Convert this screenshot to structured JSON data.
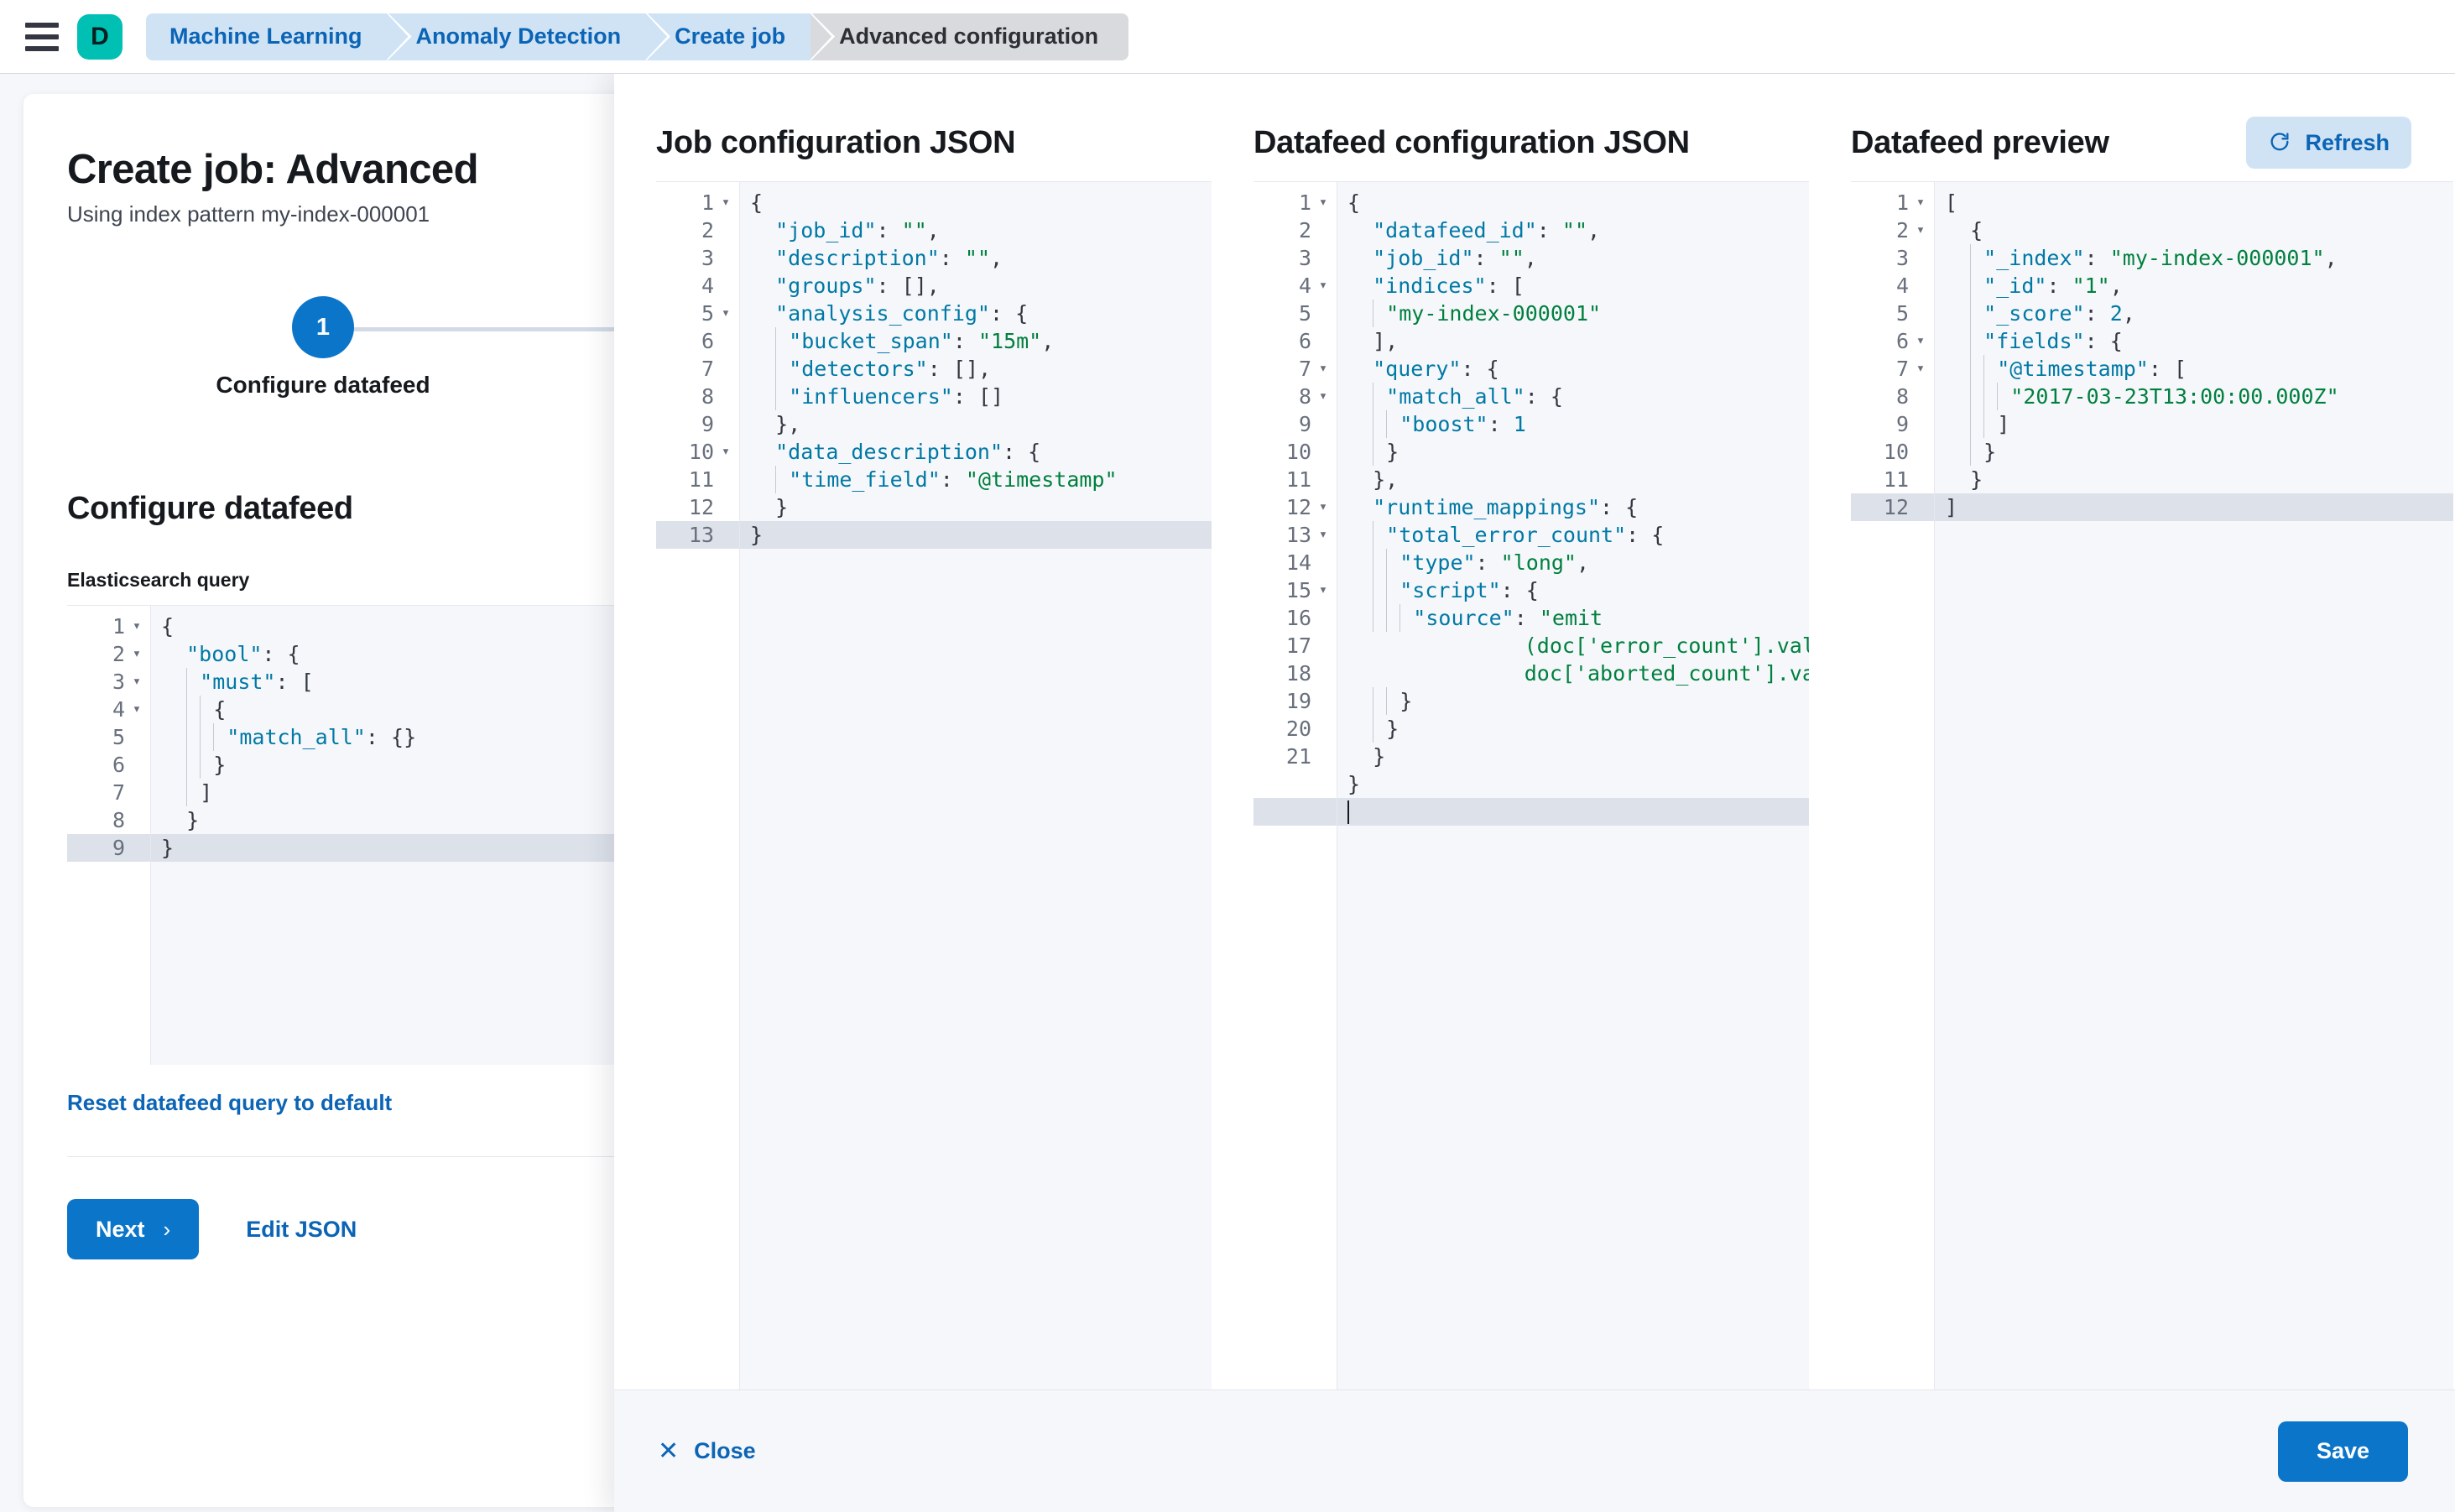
{
  "chrome": {
    "menu_icon": "hamburger-menu-icon",
    "logo_letter": "D",
    "breadcrumbs": [
      {
        "label": "Machine Learning",
        "active": false
      },
      {
        "label": "Anomaly Detection",
        "active": false
      },
      {
        "label": "Create job",
        "active": false
      },
      {
        "label": "Advanced configuration",
        "active": true
      }
    ]
  },
  "left_panel": {
    "title": "Create job: Advanced",
    "subtitle": "Using index pattern my-index-000001",
    "step": {
      "number": "1",
      "label": "Configure datafeed"
    },
    "section_title": "Configure datafeed",
    "query_field_label": "Elasticsearch query",
    "reset_link": "Reset datafeed query to default",
    "next_button": "Next",
    "next_chevron": "›",
    "edit_json_button": "Edit JSON",
    "query_editor": {
      "active_line": 9,
      "lines": [
        {
          "n": 1,
          "fold": true,
          "text": "{"
        },
        {
          "n": 2,
          "fold": true,
          "text": "  \"bool\": {"
        },
        {
          "n": 3,
          "fold": true,
          "text": "    \"must\": ["
        },
        {
          "n": 4,
          "fold": true,
          "text": "      {"
        },
        {
          "n": 5,
          "fold": false,
          "text": "        \"match_all\": {}"
        },
        {
          "n": 6,
          "fold": false,
          "text": "      }"
        },
        {
          "n": 7,
          "fold": false,
          "text": "    ]"
        },
        {
          "n": 8,
          "fold": false,
          "text": "  }"
        },
        {
          "n": 9,
          "fold": false,
          "text": "}"
        }
      ]
    }
  },
  "flyout": {
    "job_config": {
      "title": "Job configuration JSON",
      "active_line": 13,
      "lines": [
        {
          "n": 1,
          "fold": true,
          "text": "{"
        },
        {
          "n": 2,
          "fold": false,
          "text": "  \"job_id\": \"\","
        },
        {
          "n": 3,
          "fold": false,
          "text": "  \"description\": \"\","
        },
        {
          "n": 4,
          "fold": false,
          "text": "  \"groups\": [],"
        },
        {
          "n": 5,
          "fold": true,
          "text": "  \"analysis_config\": {"
        },
        {
          "n": 6,
          "fold": false,
          "text": "    \"bucket_span\": \"15m\","
        },
        {
          "n": 7,
          "fold": false,
          "text": "    \"detectors\": [],"
        },
        {
          "n": 8,
          "fold": false,
          "text": "    \"influencers\": []"
        },
        {
          "n": 9,
          "fold": false,
          "text": "  },"
        },
        {
          "n": 10,
          "fold": true,
          "text": "  \"data_description\": {"
        },
        {
          "n": 11,
          "fold": false,
          "text": "    \"time_field\": \"@timestamp\""
        },
        {
          "n": 12,
          "fold": false,
          "text": "  }"
        },
        {
          "n": 13,
          "fold": false,
          "text": "}"
        }
      ]
    },
    "datafeed_config": {
      "title": "Datafeed configuration JSON",
      "active_line": 21,
      "lines": [
        {
          "n": 1,
          "fold": true,
          "text": "{"
        },
        {
          "n": 2,
          "fold": false,
          "text": "  \"datafeed_id\": \"\","
        },
        {
          "n": 3,
          "fold": false,
          "text": "  \"job_id\": \"\","
        },
        {
          "n": 4,
          "fold": true,
          "text": "  \"indices\": ["
        },
        {
          "n": 5,
          "fold": false,
          "text": "    \"my-index-000001\""
        },
        {
          "n": 6,
          "fold": false,
          "text": "  ],"
        },
        {
          "n": 7,
          "fold": true,
          "text": "  \"query\": {"
        },
        {
          "n": 8,
          "fold": true,
          "text": "    \"match_all\": {"
        },
        {
          "n": 9,
          "fold": false,
          "text": "      \"boost\": 1"
        },
        {
          "n": 10,
          "fold": false,
          "text": "    }"
        },
        {
          "n": 11,
          "fold": false,
          "text": "  },"
        },
        {
          "n": 12,
          "fold": true,
          "text": "  \"runtime_mappings\": {"
        },
        {
          "n": 13,
          "fold": true,
          "text": "    \"total_error_count\": {"
        },
        {
          "n": 14,
          "fold": false,
          "text": "      \"type\": \"long\","
        },
        {
          "n": 15,
          "fold": true,
          "text": "      \"script\": {"
        },
        {
          "n": 16,
          "fold": false,
          "text": "        \"source\": \"emit(doc['error_count'].value + doc['aborted_count'].value)\""
        },
        {
          "n": 17,
          "fold": false,
          "text": "      }"
        },
        {
          "n": 18,
          "fold": false,
          "text": "    }"
        },
        {
          "n": 19,
          "fold": false,
          "text": "  }"
        },
        {
          "n": 20,
          "fold": false,
          "text": "}"
        },
        {
          "n": 21,
          "fold": false,
          "text": ""
        }
      ]
    },
    "preview": {
      "title": "Datafeed preview",
      "refresh_button": "Refresh",
      "refresh_icon": "refresh-icon",
      "active_line": 12,
      "lines": [
        {
          "n": 1,
          "fold": true,
          "text": "["
        },
        {
          "n": 2,
          "fold": true,
          "text": "  {"
        },
        {
          "n": 3,
          "fold": false,
          "text": "    \"_index\": \"my-index-000001\","
        },
        {
          "n": 4,
          "fold": false,
          "text": "    \"_id\": \"1\","
        },
        {
          "n": 5,
          "fold": false,
          "text": "    \"_score\": 2,"
        },
        {
          "n": 6,
          "fold": true,
          "text": "    \"fields\": {"
        },
        {
          "n": 7,
          "fold": true,
          "text": "      \"@timestamp\": ["
        },
        {
          "n": 8,
          "fold": false,
          "text": "        \"2017-03-23T13:00:00.000Z\""
        },
        {
          "n": 9,
          "fold": false,
          "text": "      ]"
        },
        {
          "n": 10,
          "fold": false,
          "text": "    }"
        },
        {
          "n": 11,
          "fold": false,
          "text": "  }"
        },
        {
          "n": 12,
          "fold": false,
          "text": "]"
        }
      ]
    },
    "footer": {
      "close_button": "Close",
      "close_icon": "close-x-icon",
      "save_button": "Save"
    }
  },
  "colors": {
    "primary": "#0b75c9",
    "link": "#0b64b5",
    "brand_teal": "#00bfb3",
    "breadcrumb_bg": "#cfe3f5",
    "breadcrumb_active_bg": "#d8dadd",
    "editor_bg": "#f6f7fb",
    "active_line": "#dce1ea",
    "json_key": "#0079a5",
    "json_string": "#00803e"
  }
}
